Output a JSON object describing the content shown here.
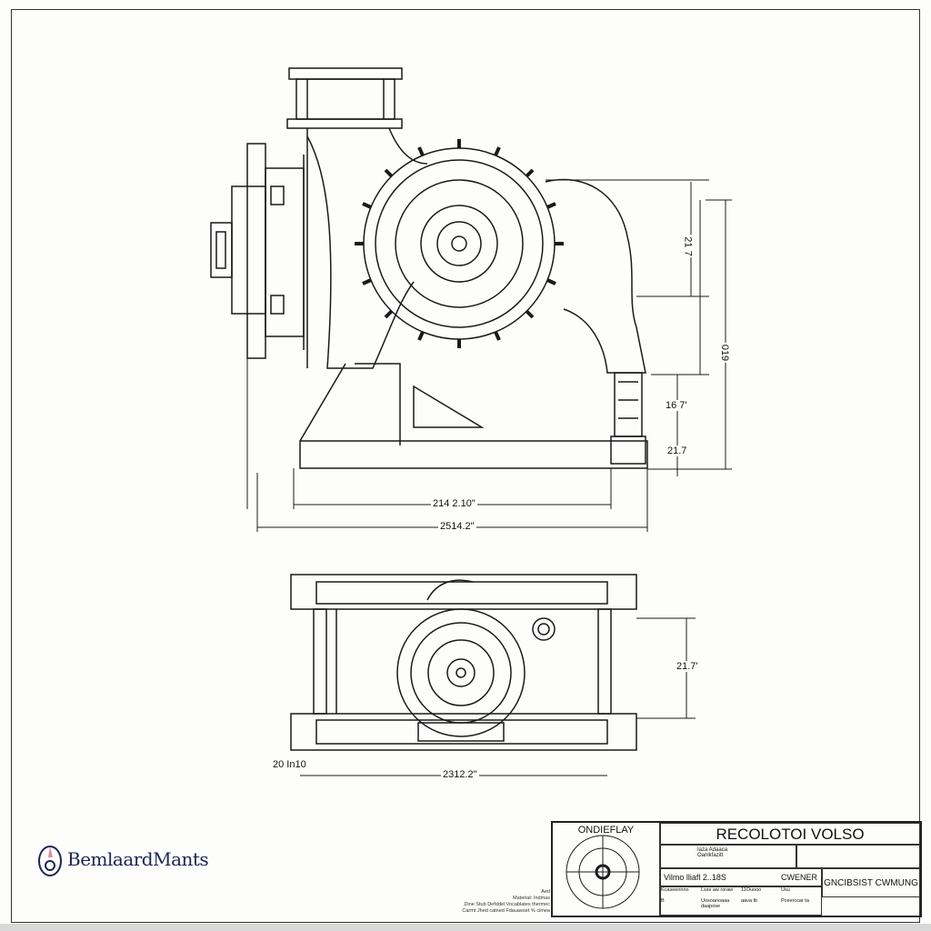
{
  "drawing": {
    "dimensions": {
      "upper_right_top": "21 7",
      "overall_height": "019",
      "lower_mid": "16 7'",
      "base": "21.7",
      "inner_width": "214 2.10\"",
      "overall_width": "2514.2\"",
      "plan_height": "21.7'",
      "plan_left": "20 In10",
      "plan_width": "2312.2\""
    }
  },
  "logo": {
    "text": "BemlaardMants"
  },
  "notes": [
    "Aed",
    "Materiat: Indmas",
    "Dine Stub Defddel Vocablates thermec",
    "Carmt Jhed catned Fdauaeset % cimea"
  ],
  "title_block": {
    "detail_label": "ONDIEFLAY",
    "title": "RECOLOTOI VOLSO",
    "sub_info_line1": "Iaza Adaaca",
    "sub_info_line2": "Oanlkfazitt",
    "ref_code": "Vilmo lliafl 2..18S",
    "owner_label": "CWENER",
    "drawing_type": "GNCIBSIST CWMUNG",
    "table_cells": [
      "Kcaseennno",
      "Lsss aw roraw",
      "11Ouooo",
      "Usu",
      "B",
      "Uosoanoaaa daapose",
      "aava tb",
      "Pceerccar ta"
    ]
  },
  "colors": {
    "line": "#1a1a1a",
    "logo_blue": "#1c2456",
    "logo_pink": "#e58aa6"
  }
}
